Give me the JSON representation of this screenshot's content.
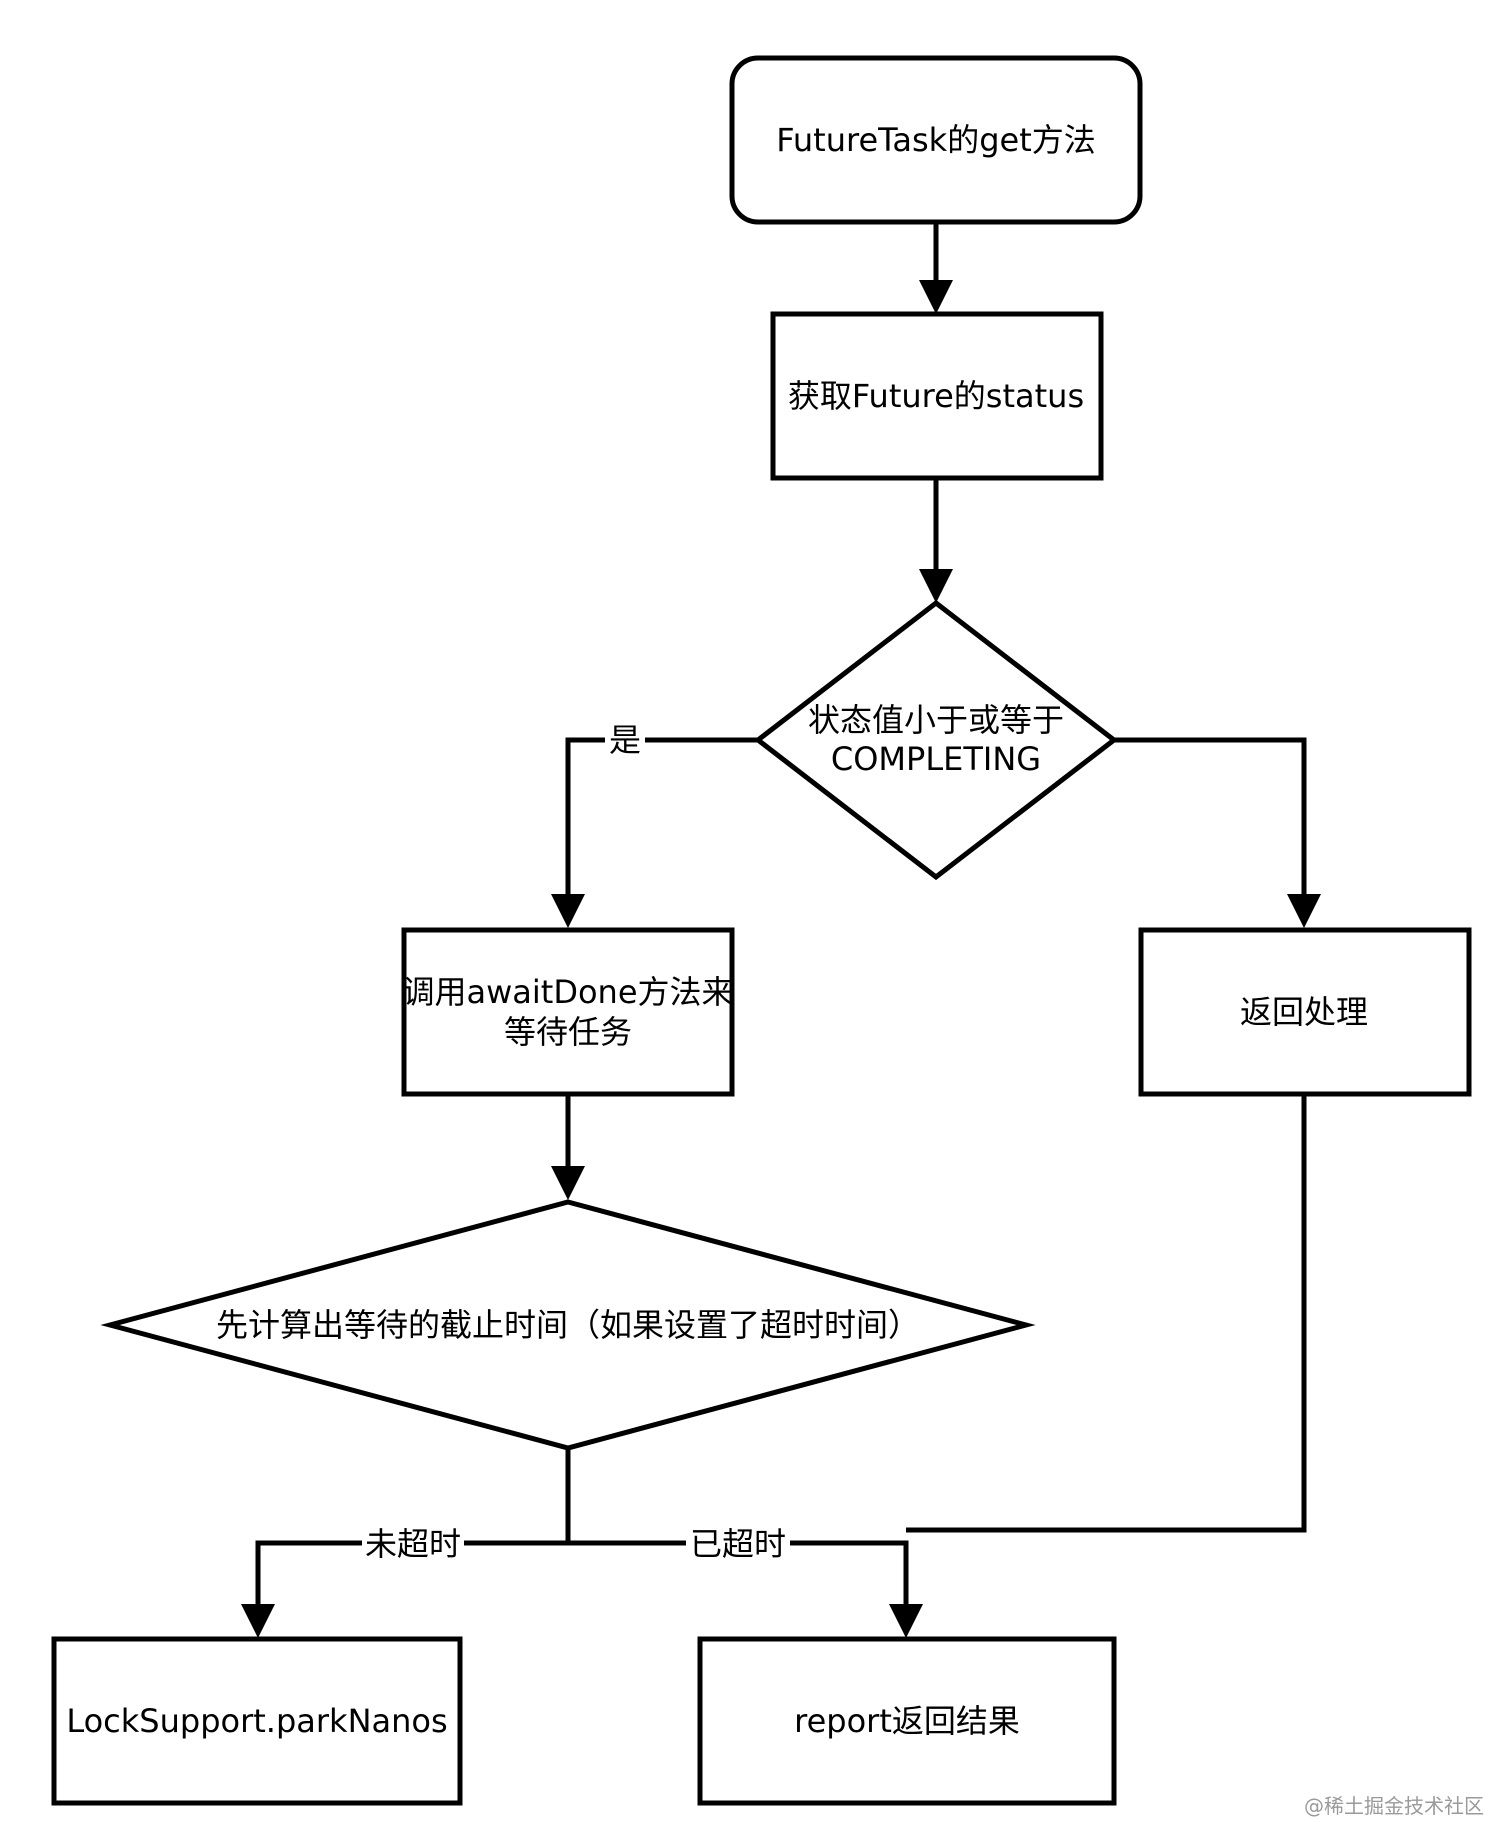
{
  "nodes": {
    "start": "FutureTask的get方法",
    "get_status": "获取Future的status",
    "decision_status_line1": "状态值小于或等于",
    "decision_status_line2": "COMPLETING",
    "await_done_line1": "调用awaitDone方法来",
    "await_done_line2": "等待任务",
    "return_handle": "返回处理",
    "decision_deadline": "先计算出等待的截止时间（如果设置了超时时间）",
    "park_nanos": "LockSupport.parkNanos",
    "report": "report返回结果"
  },
  "edges": {
    "yes_label": "是",
    "not_timeout_label": "未超时",
    "timeout_label": "已超时"
  },
  "watermark": "@稀土掘金技术社区",
  "colors": {
    "stroke": "#000000",
    "background": "#ffffff",
    "watermark": "#9a9a9a"
  }
}
